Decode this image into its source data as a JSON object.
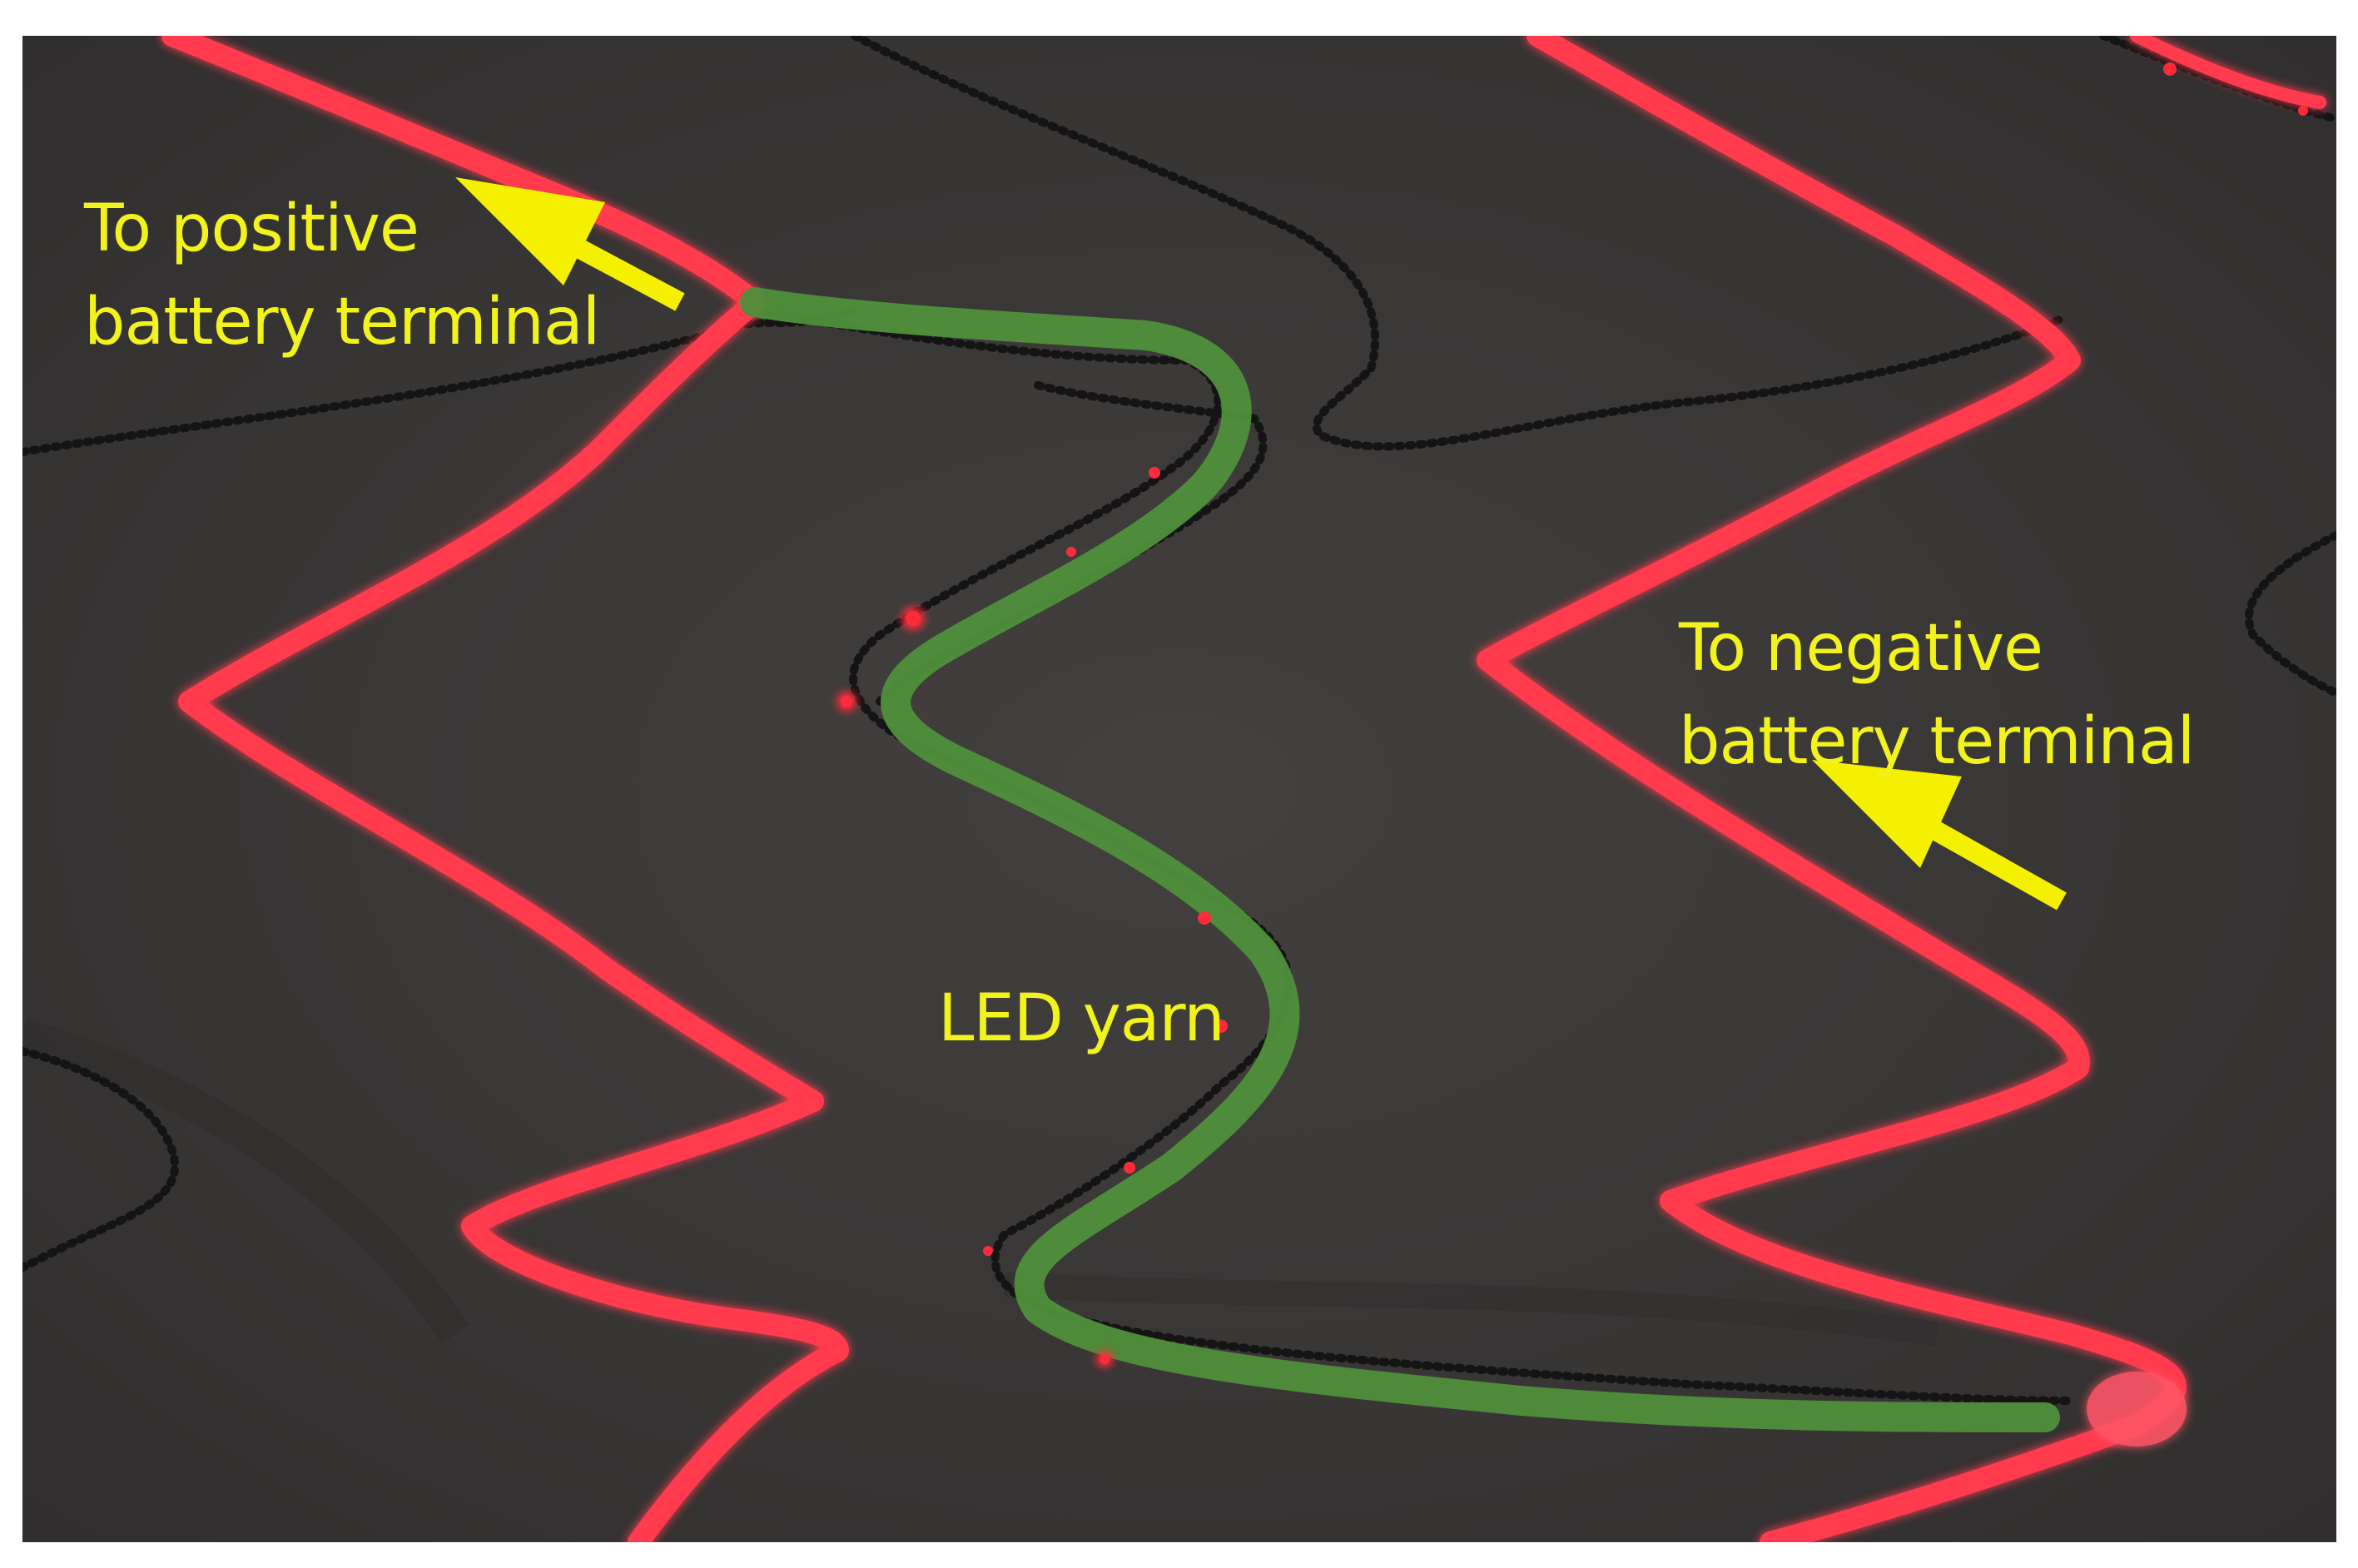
{
  "annotations": {
    "positive_terminal": {
      "line1": "To positive",
      "line2": "battery terminal"
    },
    "negative_terminal": {
      "line1": "To negative",
      "line2": "battery terminal"
    },
    "led_yarn": "LED yarn"
  },
  "colors": {
    "fabric": "#3a3837",
    "conductive_thread_red": "#ff3b4e",
    "led_yarn_highlight": "#4f8f3a",
    "label_yellow": "#f2f21c",
    "arrow_yellow": "#f5f000",
    "black_stitch": "#141414"
  },
  "icons": {
    "positive_arrow": "arrow-up-left-icon",
    "negative_arrow": "arrow-up-left-icon"
  }
}
